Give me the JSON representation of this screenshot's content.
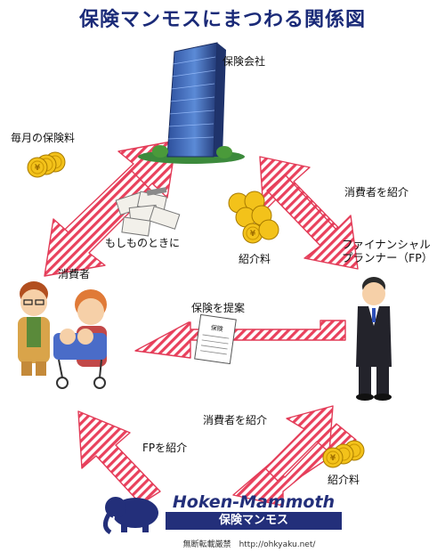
{
  "title": "保険マンモスにまつわる関係図",
  "nodes": {
    "insurer": "保険会社",
    "consumer": "消費者",
    "fp_line1": "ファイナンシャル",
    "fp_line2": "プランナー（FP）"
  },
  "labels": {
    "monthly_premium": "毎月の保険料",
    "emergency": "もしものときに",
    "refer_consumer_top": "消費者を紹介",
    "referral_fee_top": "紹介料",
    "propose_insurance": "保険を提案",
    "refer_consumer_bottom": "消費者を紹介",
    "refer_fp": "FPを紹介",
    "referral_fee_bottom": "紹介料"
  },
  "document_label": "保険",
  "coin_symbol": "¥",
  "logo": {
    "name": "Hoken-Mammoth",
    "sub": "保険マンモス"
  },
  "footer": "無断転載厳禁　http://ohkyaku.net/",
  "colors": {
    "arrow": "#e23b57",
    "title": "#1a2a78",
    "brand": "#232f7a",
    "coin": "#f3c21a"
  }
}
